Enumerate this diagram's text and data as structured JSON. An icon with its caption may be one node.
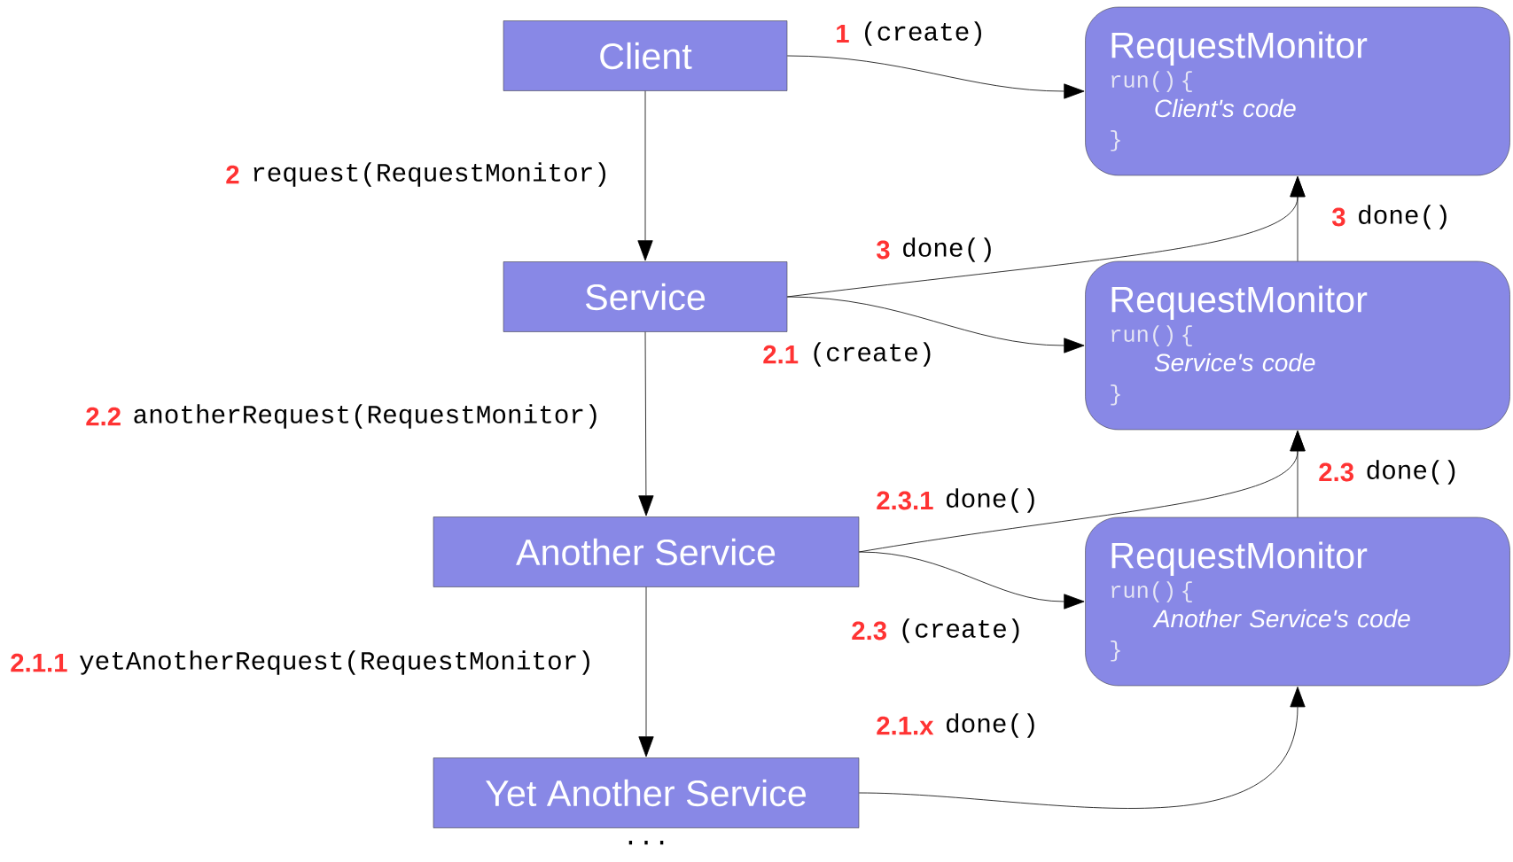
{
  "diagram": {
    "nodes": [
      {
        "text": [
          "Client"
        ]
      },
      {
        "text": [
          "Service"
        ]
      },
      {
        "text": [
          "Another Service"
        ]
      },
      {
        "text": [
          "Yet Another Service"
        ],
        "beside": [
          "..."
        ]
      },
      {
        "text": [
          "RequestMonitor",
          "run() {",
          "Client's code",
          "}"
        ]
      },
      {
        "text": [
          "RequestMonitor",
          "run() {",
          "Service's code",
          "}"
        ]
      },
      {
        "text": [
          "RequestMonitor",
          "run() {",
          "Another Service's code",
          "}"
        ]
      }
    ],
    "edges": [
      {
        "from": 0,
        "to": 4,
        "arrow": "to",
        "label": "(create)"
      },
      {
        "from": 0,
        "to": 1,
        "arrow": "to",
        "label": "request(RequestMonitor)"
      },
      {
        "from": 1,
        "to": 5,
        "arrow": "to",
        "label": "(create)"
      },
      {
        "from": 1,
        "to": 4,
        "arrow": "to",
        "label": "done()"
      },
      {
        "from": 5,
        "to": 4,
        "arrow": "to",
        "label": "done()"
      },
      {
        "from": 1,
        "to": 2,
        "arrow": "to",
        "label": "anotherRequest(RequestMonitor)"
      },
      {
        "from": 2,
        "to": 6,
        "arrow": "to",
        "label": "(create)"
      },
      {
        "from": 2,
        "to": 5,
        "arrow": "to",
        "label": "done()"
      },
      {
        "from": 6,
        "to": 5,
        "arrow": "to",
        "label": "done()"
      },
      {
        "from": 2,
        "to": 3,
        "arrow": "to",
        "label": "yetAnotherRequest(RequestMonitor)"
      },
      {
        "from": 3,
        "to": 6,
        "arrow": "to",
        "label": "done()"
      }
    ],
    "labels": [
      "1",
      "2",
      "3",
      "3",
      "2.1",
      "2.2",
      "2.3",
      "2.3.1",
      "2.3",
      "2.1.1",
      "2.1.x"
    ]
  }
}
